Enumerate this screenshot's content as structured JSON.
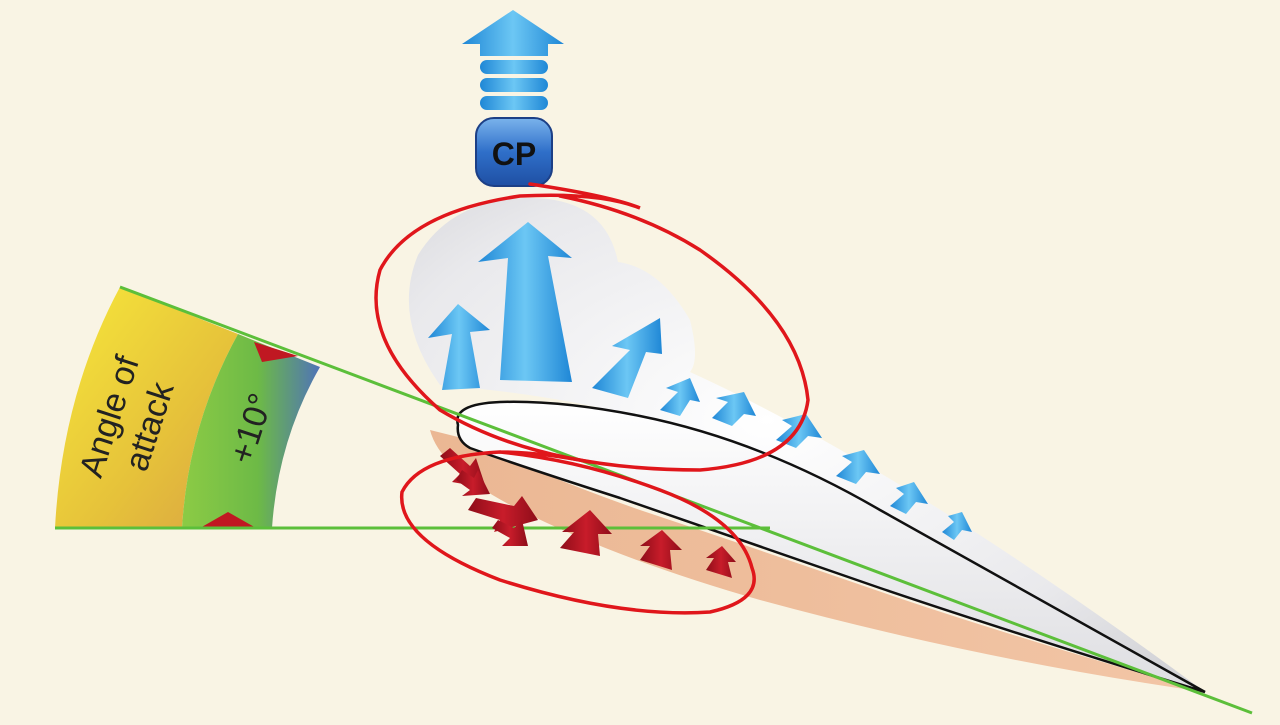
{
  "diagram": {
    "cp_label": "CP",
    "angle_label_line1": "Angle of",
    "angle_label_line2": "attack",
    "angle_value": "+10°",
    "colors": {
      "background": "#f9f4e4",
      "chord_line": "#5cbf3a",
      "annotation_red": "#e0161b",
      "suction_arrow": "#3fa8e6",
      "pressure_arrow": "#b3121f",
      "airfoil_outline": "#111111",
      "gauge_yellow": "#f0e52a",
      "gauge_green": "#7fc241"
    }
  }
}
